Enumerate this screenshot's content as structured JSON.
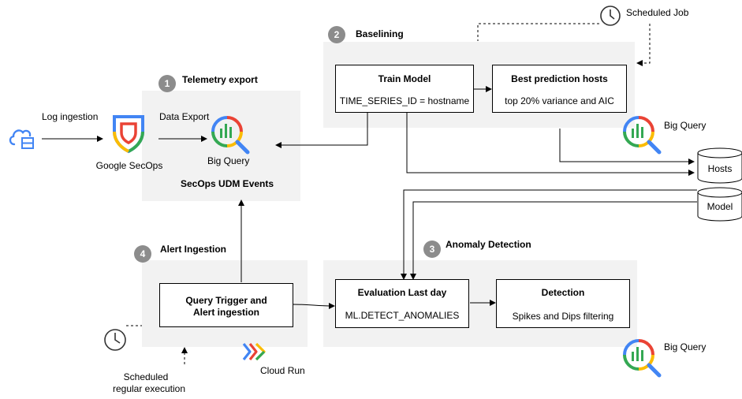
{
  "source": {
    "label": "Log ingestion"
  },
  "secops": {
    "label": "Google SecOps",
    "export_label": "Data Export"
  },
  "telemetry": {
    "step": "1",
    "title": "Telemetry export",
    "bq_label": "Big Query",
    "events_label": "SecOps UDM Events"
  },
  "baselining": {
    "step": "2",
    "title": "Baselining",
    "scheduled_job": "Scheduled Job",
    "train": {
      "title": "Train Model",
      "detail": "TIME_SERIES_ID = hostname"
    },
    "best": {
      "title": "Best prediction hosts",
      "detail": "top 20% variance and AIC"
    },
    "bq_label": "Big Query"
  },
  "storage": {
    "hosts": "Hosts",
    "model": "Model"
  },
  "anomaly": {
    "step": "3",
    "title": "Anomaly Detection",
    "eval": {
      "title": "Evaluation Last day",
      "detail": "ML.DETECT_ANOMALIES"
    },
    "detection": {
      "title": "Detection",
      "detail": "Spikes and Dips filtering"
    },
    "bq_label": "Big Query"
  },
  "alert": {
    "step": "4",
    "title": "Alert Ingestion",
    "query": {
      "line1": "Query Trigger and",
      "line2": "Alert ingestion"
    },
    "cloudrun_label": "Cloud Run",
    "schedule_line1": "Scheduled",
    "schedule_line2": "regular execution"
  },
  "colors": {
    "panel": "#f2f2f2",
    "badge": "#8c8c8c",
    "google_blue": "#4285F4",
    "google_red": "#EA4335",
    "google_yellow": "#FBBC04",
    "google_green": "#34A853"
  },
  "icons": [
    "cloud-log-icon",
    "secops-shield-icon",
    "bigquery-icon",
    "clock-icon",
    "cloud-run-icon",
    "database-icon"
  ]
}
